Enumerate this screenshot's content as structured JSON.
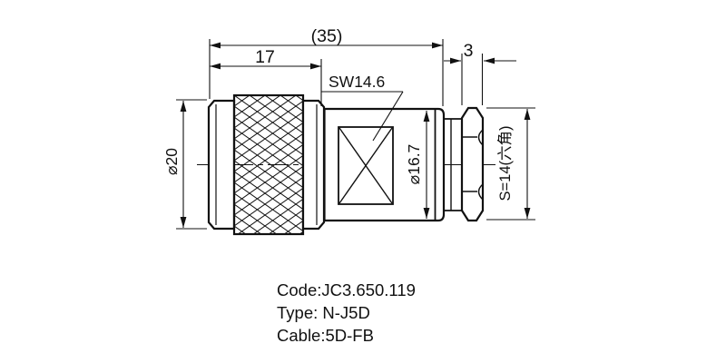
{
  "drawing": {
    "kind": "rf-connector-dimension-drawing",
    "dimensions": {
      "overall_length": "(35)",
      "coupling_length": "17",
      "hex_nut_width": "3",
      "wrench_flats_label": "SW14.6",
      "coupling_diameter": "⌀20",
      "body_diameter": "⌀16.7",
      "hex_across_flats": "S=14(六角)"
    },
    "notes": {
      "code": "Code:JC3.650.119",
      "type": "Type: N-J5D",
      "cable": "Cable:5D-FB"
    },
    "colors": {
      "line": "#111111",
      "background": "#ffffff"
    }
  }
}
